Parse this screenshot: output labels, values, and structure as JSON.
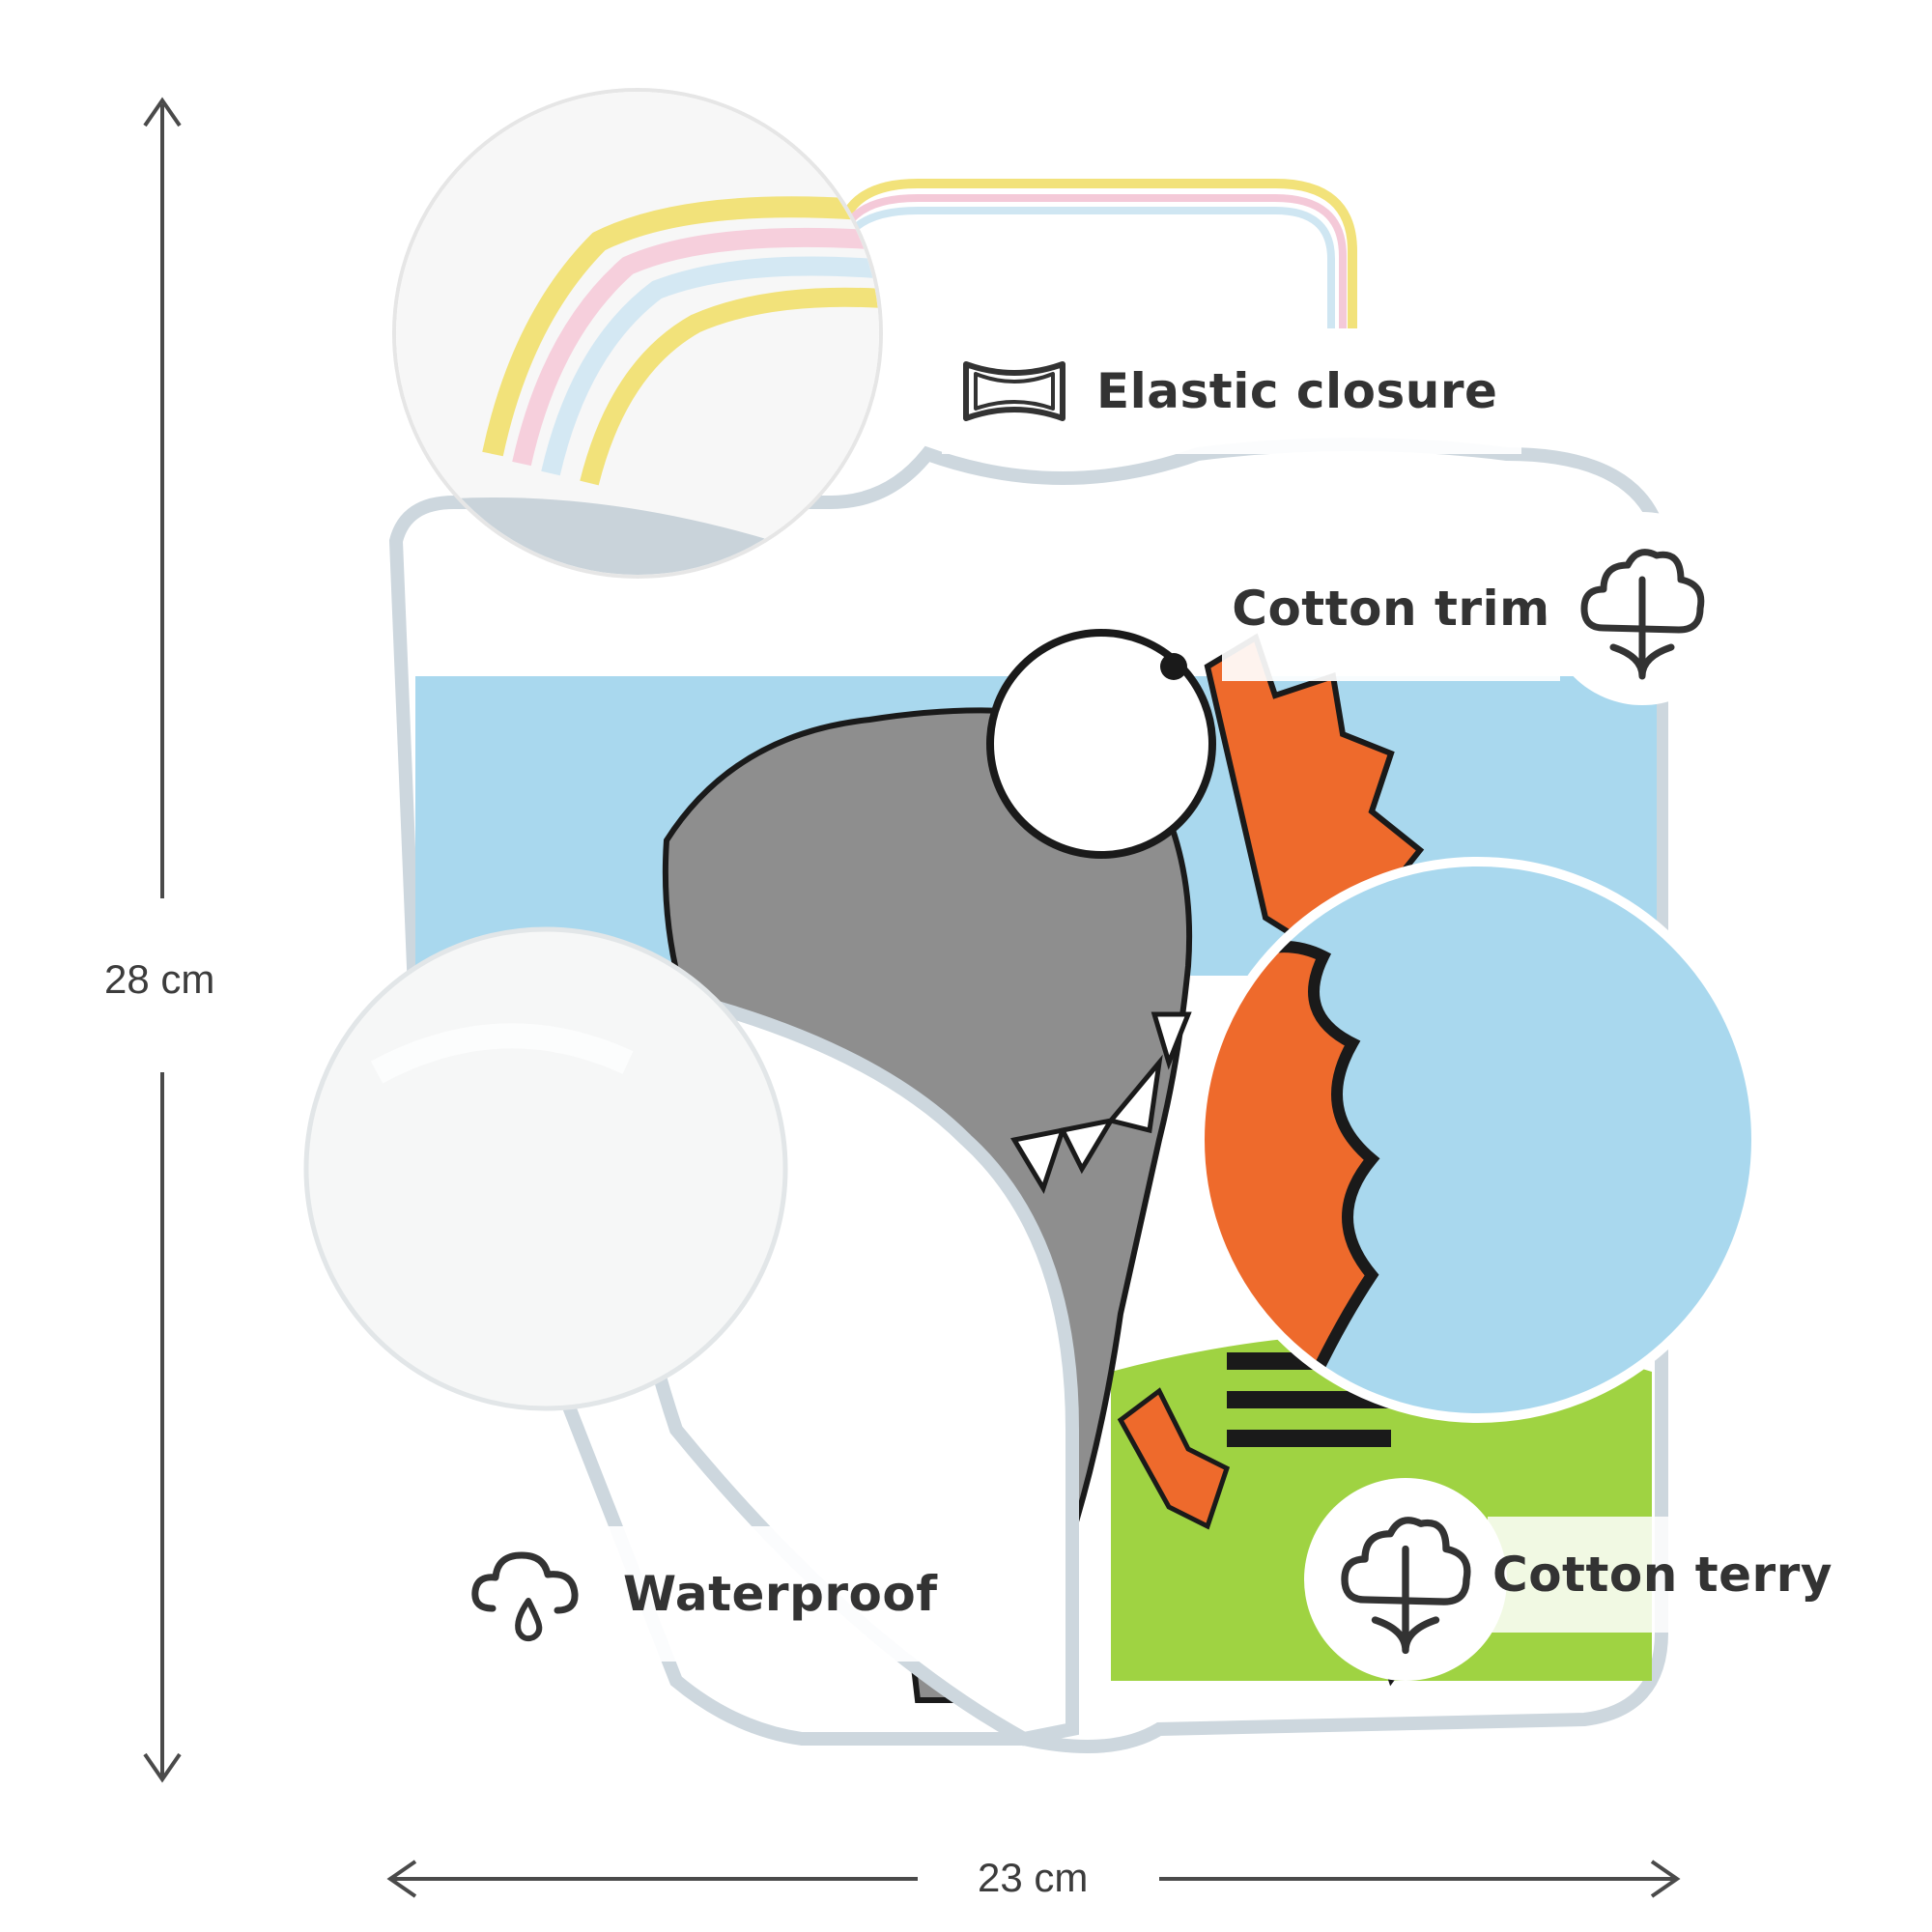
{
  "dimensions": {
    "height_label": "28 cm",
    "width_label": "23 cm"
  },
  "features": {
    "elastic_closure": {
      "label": "Elastic closure",
      "icon": "bow-band-icon"
    },
    "cotton_trim": {
      "label": "Cotton trim",
      "icon": "cotton-plant-icon"
    },
    "waterproof": {
      "label": "Waterproof",
      "icon": "cloud-drop-icon"
    },
    "cotton_terry": {
      "label": "Cotton terry",
      "icon": "cotton-plant-icon"
    }
  },
  "colors": {
    "label_text": "#333333",
    "dimension_lines": "#4a4a4a",
    "bib_trim": "#c9d6df",
    "terry_blue": "#a9d8ee",
    "dino_grey": "#8e8e8e",
    "dino_orange": "#ee6a2c",
    "grass_green": "#9fd342"
  }
}
